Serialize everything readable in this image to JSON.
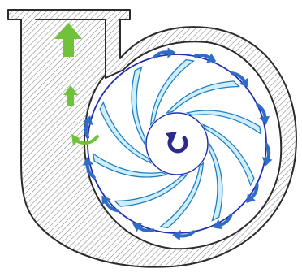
{
  "diagram": {
    "colors": {
      "casing_stroke": "#2b2b2b",
      "hatch": "#8a8a8a",
      "impeller_rim": "#1f2fb0",
      "vane_outline": "#1e7fbf",
      "vane_fill": "#cfeefb",
      "flow_arrow": "#2f6cc6",
      "outlet_arrow": "#6fc23a",
      "rotation_arrow": "#2c2a8f"
    },
    "counts": {
      "vanes": 10,
      "blue_flow_arrows": 12,
      "green_arrows": 3
    },
    "icons": [
      "rotation-icon",
      "flow-arrow-icon",
      "outlet-arrow-icon"
    ]
  }
}
